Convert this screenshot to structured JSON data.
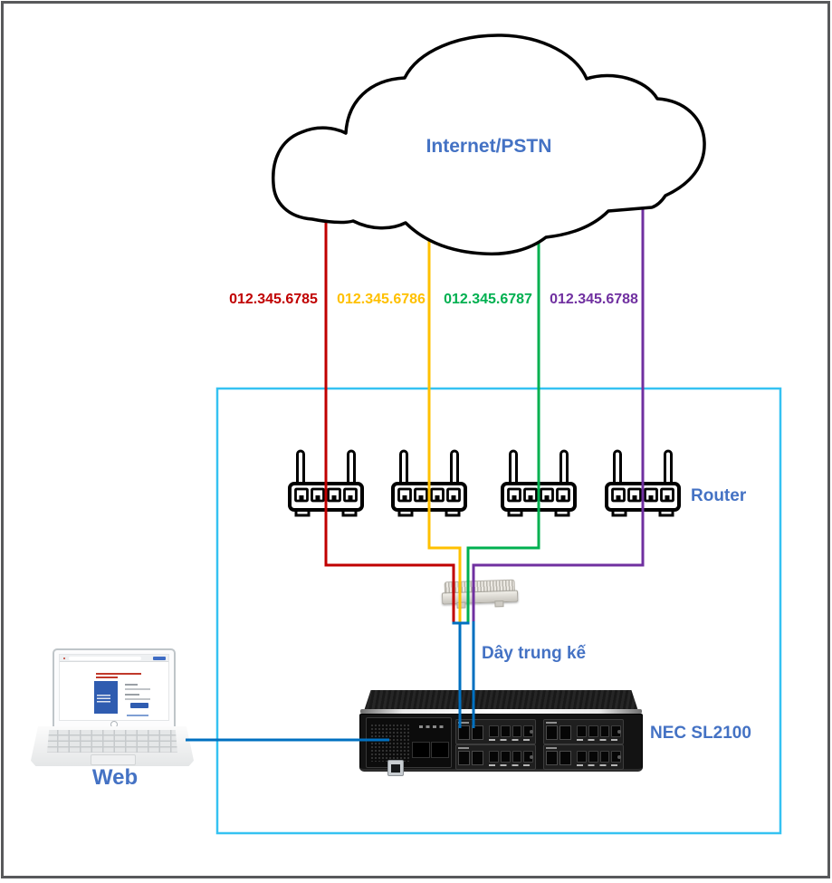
{
  "cloud": {
    "label": "Internet/PSTN"
  },
  "trunks": [
    {
      "number": "012.345.6785",
      "color": "#C00000"
    },
    {
      "number": "012.345.6786",
      "color": "#FFC000"
    },
    {
      "number": "012.345.6787",
      "color": "#00B050"
    },
    {
      "number": "012.345.6788",
      "color": "#7030A0"
    }
  ],
  "labels": {
    "router": "Router",
    "trunk_cable": "Dây trung kế",
    "pbx": "NEC SL2100",
    "web": "Web"
  },
  "colors": {
    "cable_blue": "#0070C0",
    "boundary_cyan": "#35C2F2",
    "label_blue": "#4472C4",
    "outer_border": "#58595B"
  }
}
